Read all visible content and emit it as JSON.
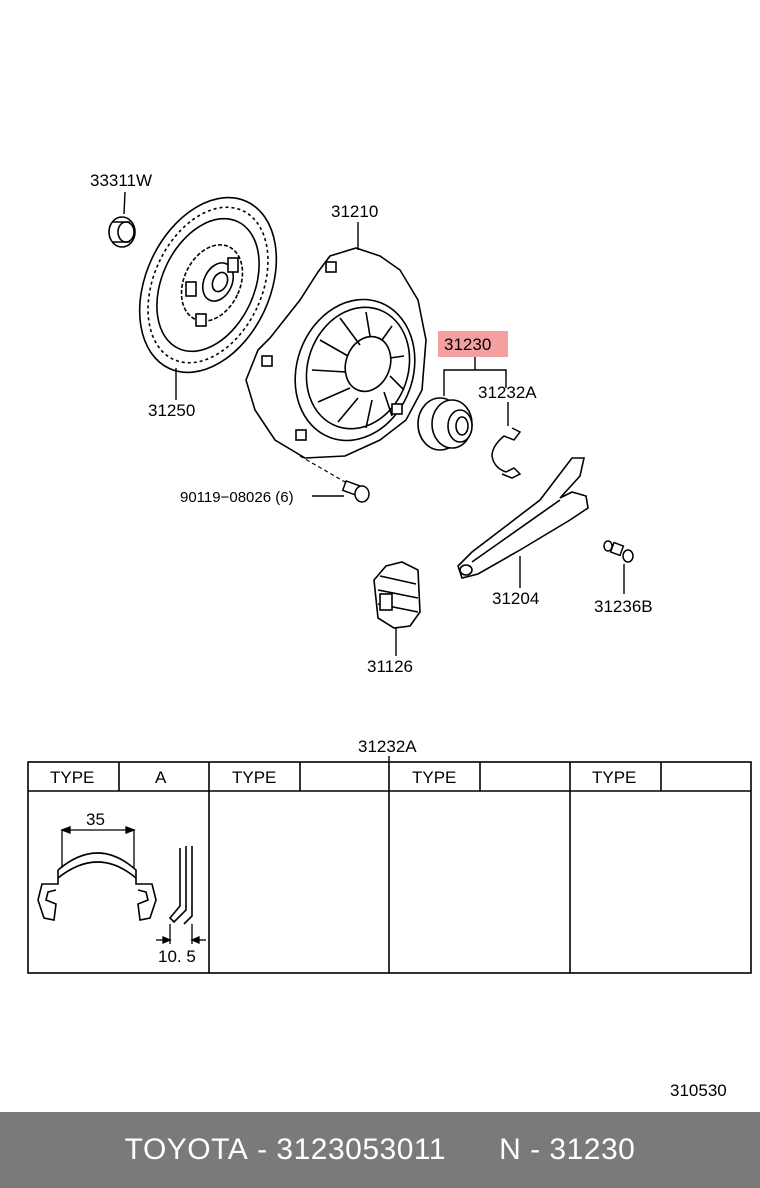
{
  "callouts": {
    "p33311w": "33311W",
    "p31210": "31210",
    "p31230": "31230",
    "p31232a": "31232A",
    "p31250": "31250",
    "p90119": "90119−08026 (6)",
    "p31204": "31204",
    "p31236b": "31236B",
    "p31126": "31126"
  },
  "highlight_color": "#f4a0a0",
  "table": {
    "title": "31232A",
    "headers": [
      {
        "type": "TYPE",
        "value": "A"
      },
      {
        "type": "TYPE",
        "value": ""
      },
      {
        "type": "TYPE",
        "value": ""
      },
      {
        "type": "TYPE",
        "value": ""
      }
    ],
    "dimension_width": "35",
    "dimension_thickness": "10. 5"
  },
  "diagram_code": "310530",
  "footer": {
    "brand": "TOYOTA",
    "part_number": "3123053011",
    "ref": "N - 31230",
    "color": "#7a7a7a"
  }
}
